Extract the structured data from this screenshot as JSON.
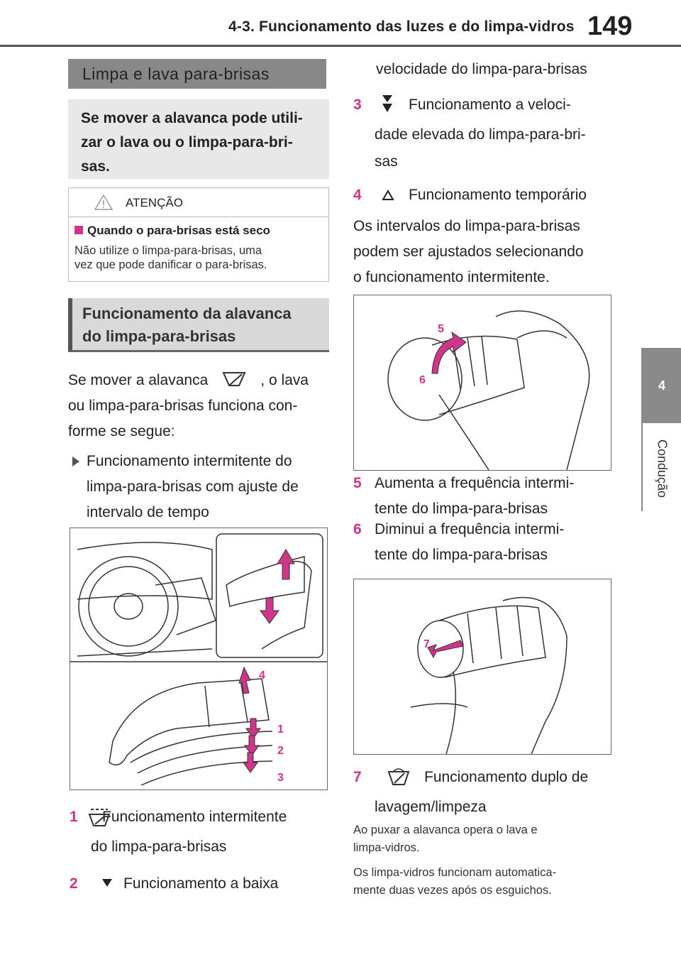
{
  "header": {
    "title": "4-3. Funcionamento das luzes e do limpa-vidros",
    "page_number": "149"
  },
  "side_tab": {
    "number": "4",
    "label": "Condução"
  },
  "section1": {
    "heading": "Limpa e lava para-brisas",
    "intro": "Se mover a alavanca pode utili-zar o lava ou o limpa-para-bri-sas.",
    "intro_lines": [
      "Se mover a alavanca pode utili-",
      "zar o lava ou o limpa-para-bri-",
      "sas."
    ]
  },
  "warning": {
    "label": "ATENÇÃO",
    "subheading": "Quando o para-brisas está seco",
    "text_lines": [
      "Não utilize o limpa-para-brisas, uma",
      "vez que pode danificar o para-brisas."
    ]
  },
  "section2": {
    "heading_lines": [
      "Funcionamento da alavanca",
      "do limpa-para-brisas"
    ]
  },
  "paragraph1": {
    "part_a": "Se mover a alavanca",
    "part_b": ", o lava",
    "lines": [
      "ou limpa-para-brisas funciona con-",
      "forme se segue:"
    ]
  },
  "bullet": {
    "lines": [
      "Funcionamento intermitente do",
      "limpa-para-brisas com ajuste de",
      "intervalo de tempo"
    ]
  },
  "figure1": {
    "callouts": [
      "4",
      "1",
      "2",
      "3"
    ]
  },
  "items_left": [
    {
      "num": "1",
      "lines": [
        "Funcionamento intermitente",
        "do limpa-para-brisas"
      ]
    },
    {
      "num": "2",
      "lines": [
        "Funcionamento a baixa"
      ]
    }
  ],
  "right_column": {
    "cont_line": "velocidade do limpa-para-brisas",
    "item3": {
      "num": "3",
      "lines": [
        "Funcionamento a veloci-",
        "dade elevada do limpa-para-bri-",
        "sas"
      ]
    },
    "item4": {
      "num": "4",
      "text": "Funcionamento temporário"
    },
    "para_lines": [
      "Os intervalos do limpa-para-brisas",
      "podem ser ajustados selecionando",
      "o funcionamento intermitente."
    ],
    "figure2": {
      "callouts": [
        "5",
        "6"
      ]
    },
    "item5": {
      "num": "5",
      "lines": [
        "Aumenta a frequência intermi-",
        "tente do limpa-para-brisas"
      ]
    },
    "item6": {
      "num": "6",
      "lines": [
        "Diminui a frequência intermi-",
        "tente do limpa-para-brisas"
      ]
    },
    "figure3": {
      "callouts": [
        "7"
      ]
    },
    "item7": {
      "num": "7",
      "lines": [
        "Funcionamento duplo de",
        "lavagem/limpeza"
      ]
    },
    "note1_lines": [
      "Ao puxar a alavanca opera o lava e",
      "limpa-vidros."
    ],
    "note2_lines": [
      "Os limpa-vidros funcionam automatica-",
      "mente duas vezes após os esguichos."
    ]
  },
  "colors": {
    "accent": "#d0358a",
    "heading_dark": "#888888",
    "heading_light": "#d9d9d9"
  }
}
